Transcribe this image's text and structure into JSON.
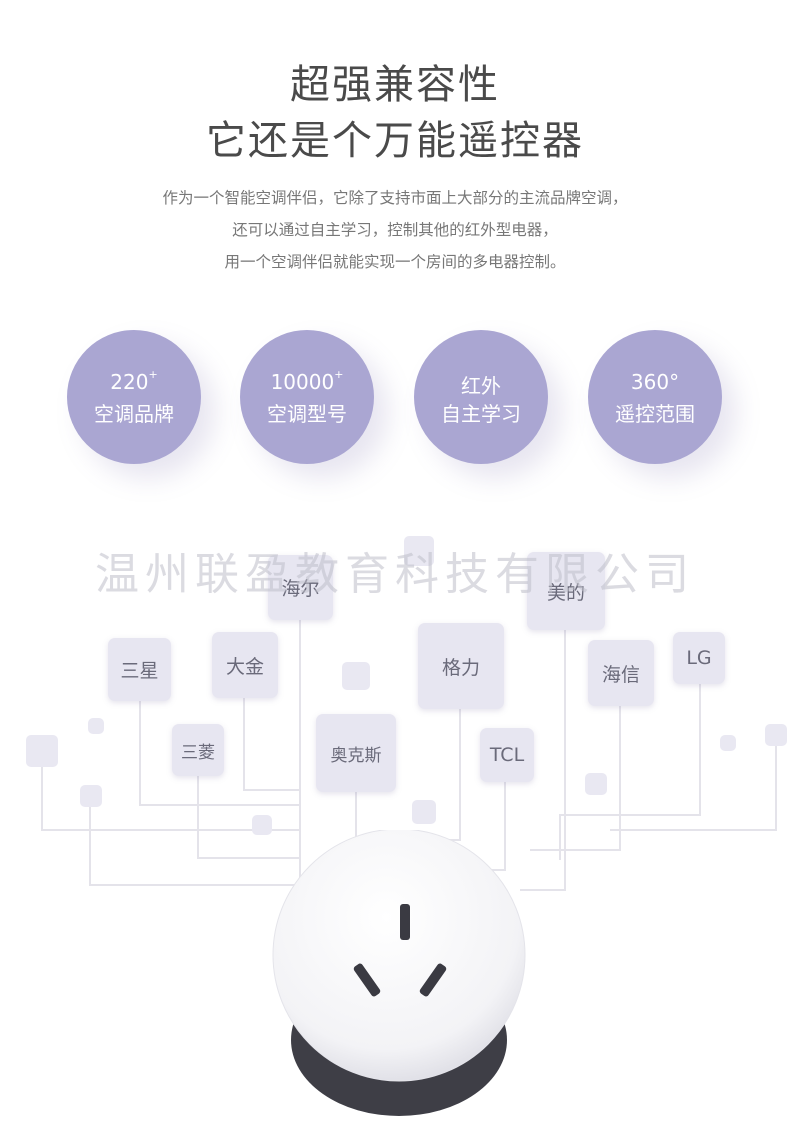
{
  "header": {
    "title_line1": "超强兼容性",
    "title_line2": "它还是个万能遥控器"
  },
  "description": {
    "line1": "作为一个智能空调伴侣，它除了支持市面上大部分的主流品牌空调，",
    "line2": "还可以通过自主学习，控制其他的红外型电器，",
    "line3": "用一个空调伴侣就能实现一个房间的多电器控制。"
  },
  "features": [
    {
      "top": "220",
      "sup": "+",
      "bottom": "空调品牌"
    },
    {
      "top": "10000",
      "sup": "+",
      "bottom": "空调型号"
    },
    {
      "top": "红外",
      "sup": "",
      "bottom": "自主学习"
    },
    {
      "top": "360°",
      "sup": "",
      "bottom": "遥控范围"
    }
  ],
  "brands": {
    "haier": "海尔",
    "midea": "美的",
    "samsung": "三星",
    "daikin": "大金",
    "gree": "格力",
    "hisense": "海信",
    "lg": "LG",
    "mitsubishi": "三菱",
    "aux": "奥克斯",
    "tcl": "TCL"
  },
  "watermark": "温州联盈教育科技有限公司",
  "colors": {
    "accent": "#aaa6d2",
    "tile": "#e7e6f1",
    "title": "#4a4a4a"
  }
}
